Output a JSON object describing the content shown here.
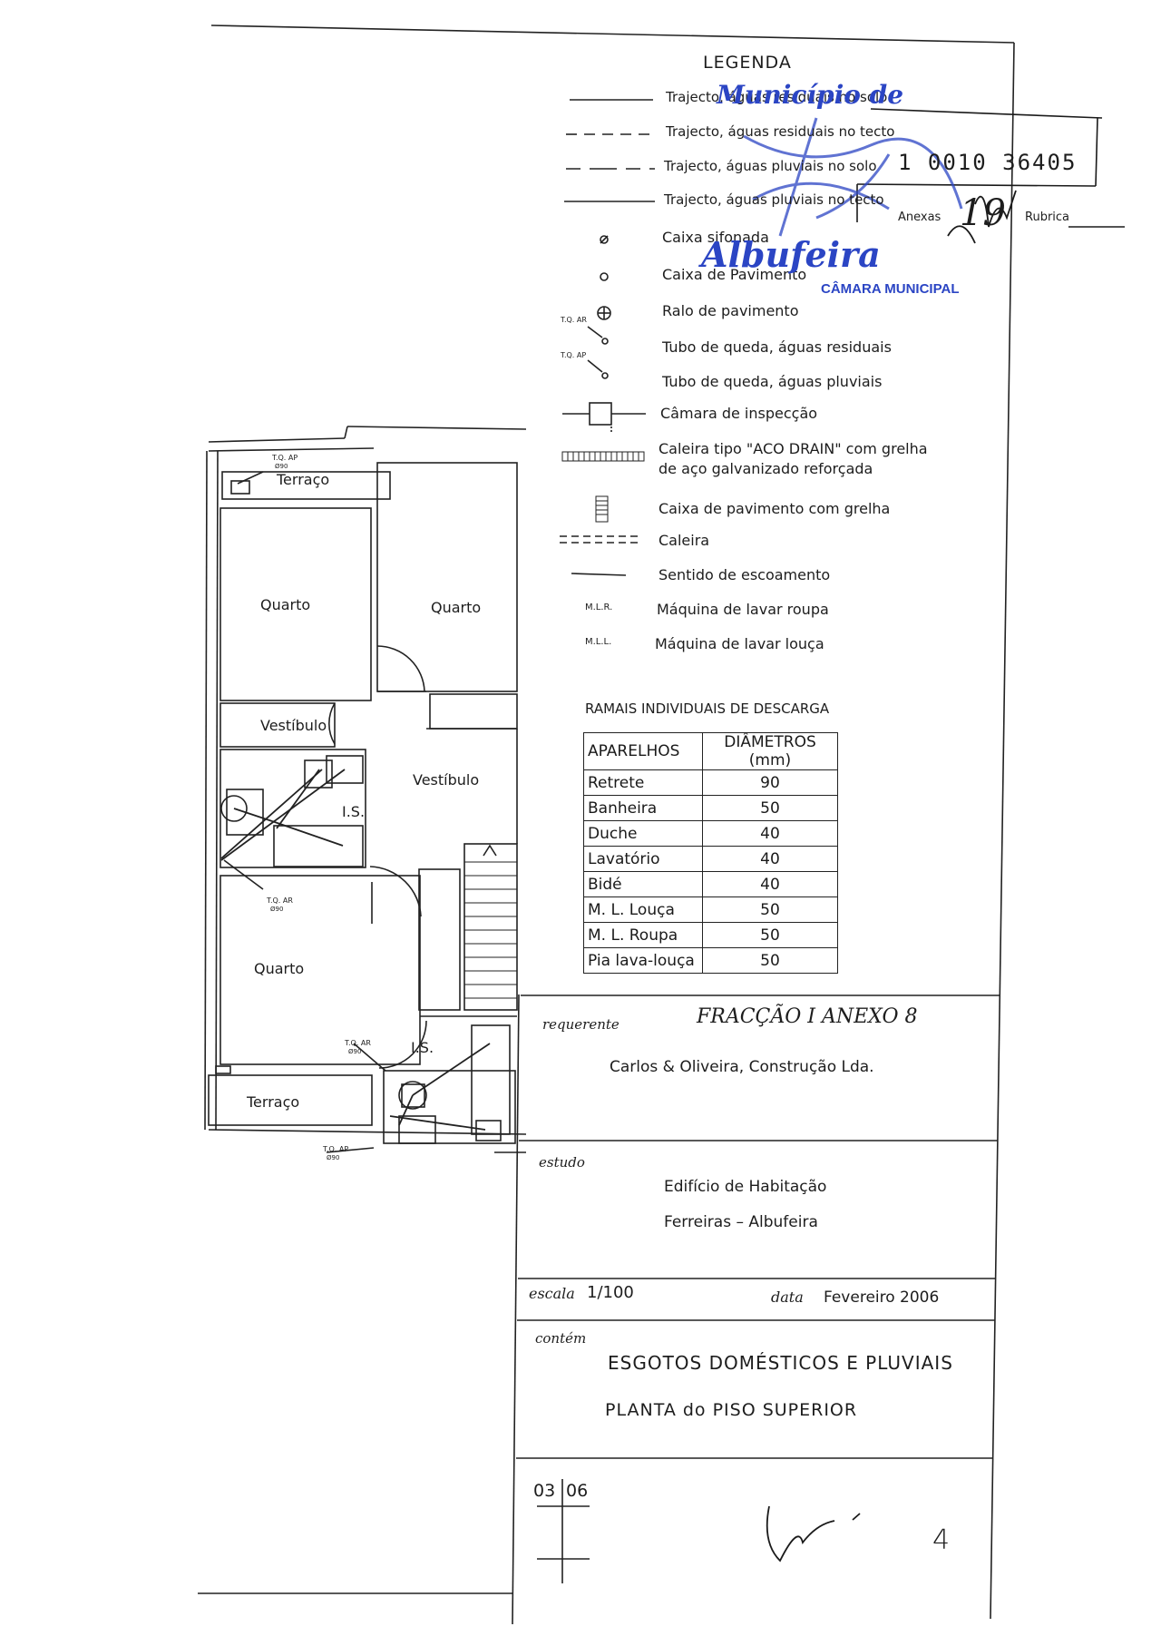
{
  "legend": {
    "title": "LEGENDA",
    "items": [
      {
        "symbol": "solid-line",
        "label": "Trajecto, águas residuais no solo"
      },
      {
        "symbol": "dashed-line",
        "label": "Trajecto, águas residuais no tecto"
      },
      {
        "symbol": "long-dash-line",
        "label": "Trajecto, águas pluviais no solo"
      },
      {
        "symbol": "solid-line",
        "label": "Trajecto, águas pluviais no tecto"
      },
      {
        "symbol": "slashed-circle",
        "label": "Caixa sifonada"
      },
      {
        "symbol": "circle",
        "label": "Caixa de Pavimento"
      },
      {
        "symbol": "crossed-circle",
        "label": "Ralo de pavimento"
      },
      {
        "symbol": "downpipe-residual",
        "label": "Tubo de queda, águas residuais"
      },
      {
        "symbol": "downpipe-pluvial",
        "label": "Tubo de queda, águas pluviais"
      },
      {
        "symbol": "inspection-box",
        "label": "Câmara de inspecção"
      },
      {
        "symbol": "channel-grating",
        "label": "Caleira tipo \"ACO DRAIN\" com grelha de aço galvanizado reforçada"
      },
      {
        "symbol": "grated-box",
        "label": "Caixa de pavimento com grelha"
      },
      {
        "symbol": "double-dashed",
        "label": "Caleira"
      },
      {
        "symbol": "arrow-line",
        "label": "Sentido de escoamento"
      },
      {
        "symbol": "MLR",
        "label": "Máquina de lavar roupa"
      },
      {
        "symbol": "MLL",
        "label": "Máquina de lavar louça"
      }
    ],
    "downpipe_residual_tag": "T.Q. AR",
    "downpipe_pluvial_tag": "T.Q. AP",
    "mlr_tag": "M.L.R.",
    "mll_tag": "M.L.L."
  },
  "stamp": {
    "line1": "Município de",
    "line2": "Albufeira",
    "line3": "CÂMARA MUNICIPAL",
    "number": "1 0010 36405",
    "annex_label": "Anexas",
    "annex_value": "19",
    "rubrica_label": "Rubrica"
  },
  "ramais": {
    "title": "RAMAIS INDIVIDUAIS DE DESCARGA",
    "headers": [
      "APARELHOS",
      "DIÂMETROS (mm)"
    ],
    "rows": [
      [
        "Retrete",
        "90"
      ],
      [
        "Banheira",
        "50"
      ],
      [
        "Duche",
        "40"
      ],
      [
        "Lavatório",
        "40"
      ],
      [
        "Bidé",
        "40"
      ],
      [
        "M. L. Louça",
        "50"
      ],
      [
        "M. L. Roupa",
        "50"
      ],
      [
        "Pia lava-louça",
        "50"
      ]
    ]
  },
  "plan": {
    "terraco_top": "Terraço",
    "quarto_left": "Quarto",
    "quarto_right": "Quarto",
    "vestibulo_small": "Vestíbulo",
    "vestibulo_main": "Vestíbulo",
    "is_1": "I.S.",
    "is_2": "I.S.",
    "quarto_bottom": "Quarto",
    "terraco_bottom": "Terraço",
    "tag_ap_top": "T.Q. AP",
    "tag_ap_top_dia": "Ø90",
    "tag_ar_mid": "T.Q. AR",
    "tag_ar_mid_dia": "Ø90",
    "tag_ar_low": "T.Q. AR",
    "tag_ar_low_dia": "Ø90",
    "tag_ap_low": "T.Q. AP",
    "tag_ap_low_dia": "Ø90"
  },
  "title_block": {
    "requerente_label": "requerente",
    "requerente_note": "FRACÇÃO I     ANEXO 8",
    "requerente_value": "Carlos & Oliveira, Construção Lda.",
    "estudo_label": "estudo",
    "estudo_line1": "Edifício de Habitação",
    "estudo_line2": "Ferreiras – Albufeira",
    "escala_label": "escala",
    "escala_value": "1/100",
    "data_label": "data",
    "data_value": "Fevereiro 2006",
    "contem_label": "contém",
    "contem_line1": "ESGOTOS DOMÉSTICOS E PLUVIAIS",
    "contem_line2": "PLANTA do PISO SUPERIOR",
    "sheet_num": "03",
    "sheet_total": "06",
    "page_number": "4"
  },
  "colors": {
    "ink": "#1d1d1d",
    "stamp_blue": "#2b45c4"
  }
}
